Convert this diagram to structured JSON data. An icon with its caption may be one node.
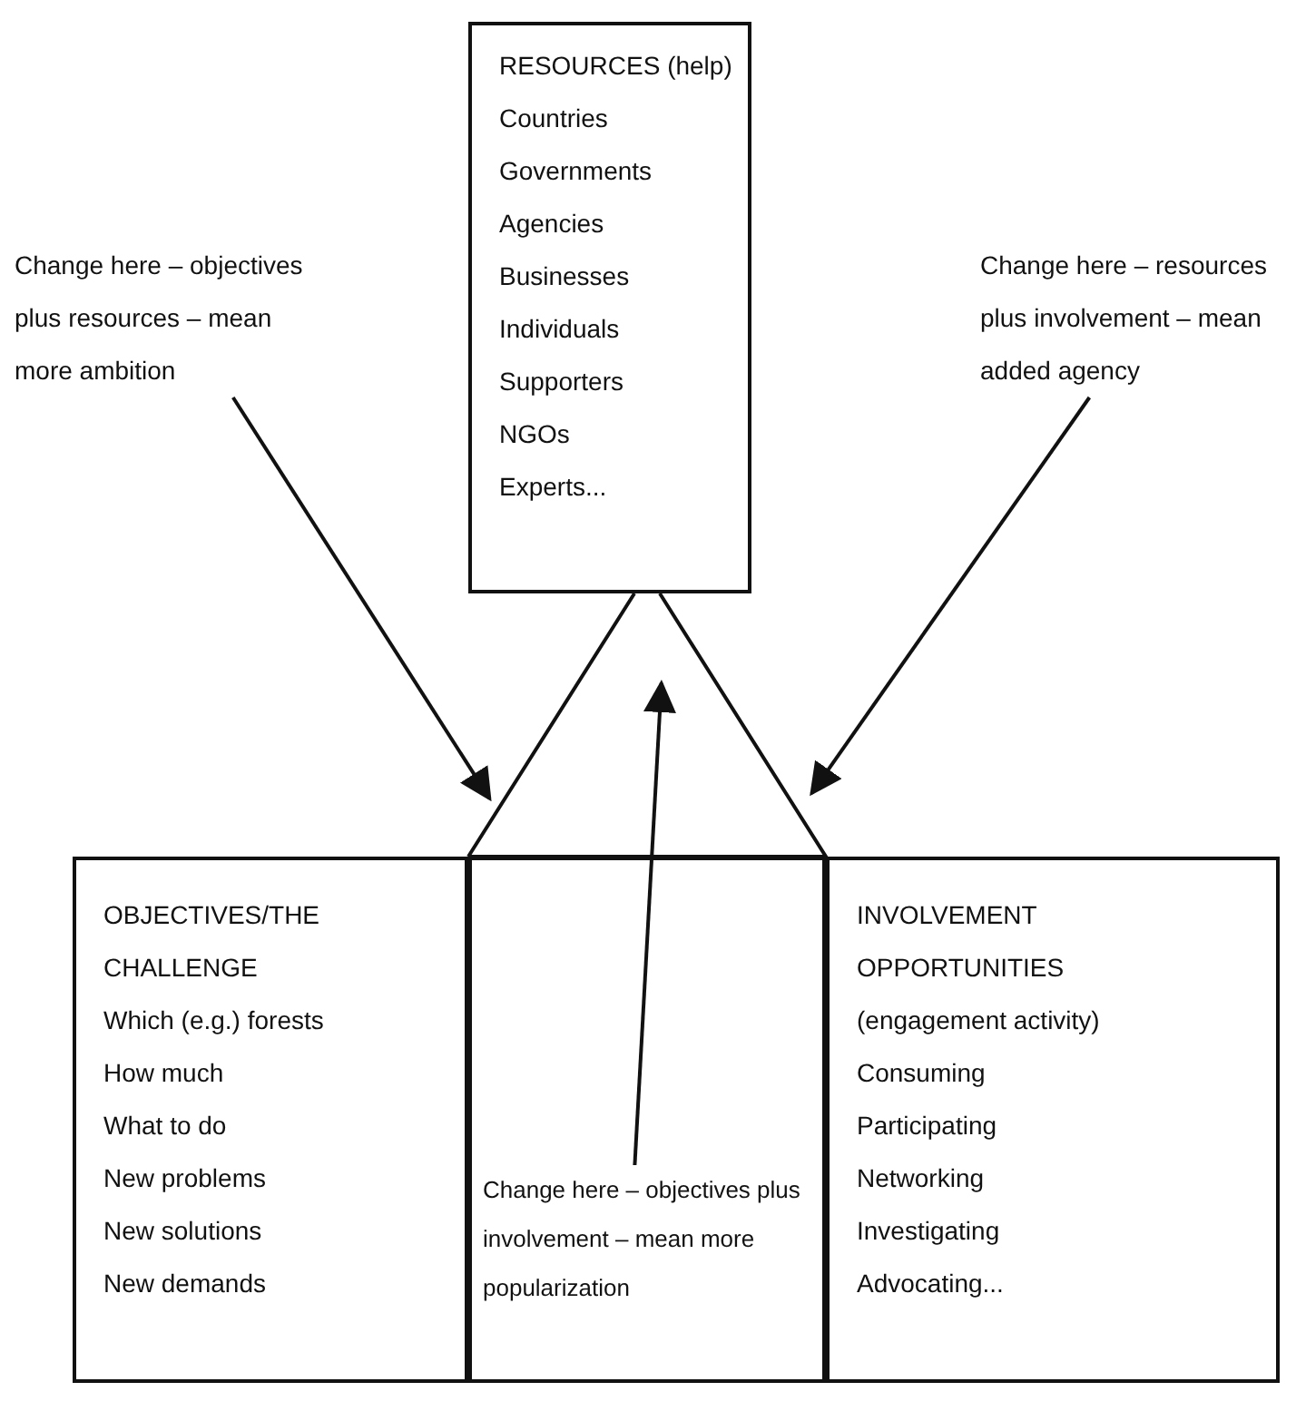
{
  "diagram": {
    "nodes": [
      {
        "text": [
          "RESOURCES (help)",
          "Countries",
          "Governments",
          "Agencies",
          "Businesses",
          "Individuals",
          "Supporters",
          "NGOs",
          "Experts..."
        ]
      },
      {
        "text": [],
        "shape": "triangle"
      },
      {
        "text": [
          "OBJECTIVES/THE CHALLENGE",
          "Which (e.g.) forests",
          "How much",
          "What to do",
          "New problems",
          "New solutions",
          "New demands"
        ]
      },
      {
        "text": [],
        "shape": "box"
      },
      {
        "text": [
          "INVOLVEMENT OPPORTUNITIES",
          "(engagement activity)",
          "Consuming",
          "Participating",
          "Networking",
          "Investigating",
          "Advocating..."
        ]
      },
      {
        "text": [
          "Change here – objectives plus resources – mean more ambition"
        ]
      },
      {
        "text": [
          "Change here – resources plus involvement – mean added agency"
        ]
      },
      {
        "text": [
          "Change here – objectives plus involvement – mean more popularization"
        ],
        "in": 3
      }
    ],
    "edges": [
      {
        "from": 5,
        "to": 1,
        "arrow": "to"
      },
      {
        "from": 6,
        "to": 1,
        "arrow": "to"
      },
      {
        "from": 7,
        "to": 1,
        "arrow": "to"
      }
    ]
  }
}
